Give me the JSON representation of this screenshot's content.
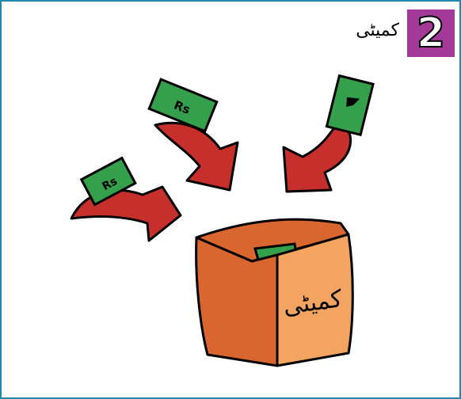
{
  "step": {
    "number": "2"
  },
  "caption": "کمیٹی",
  "box_label": "کمیٹی",
  "note_label": "Rs",
  "colors": {
    "border": "#1f8ab0",
    "badge": "#a43a97",
    "arrow": "#c62f2b",
    "note": "#34a04c",
    "box_front": "#d8662e",
    "box_side": "#f2a460"
  },
  "icons": [
    "money-note-icon",
    "red-arrow-icon",
    "committee-box-icon"
  ]
}
